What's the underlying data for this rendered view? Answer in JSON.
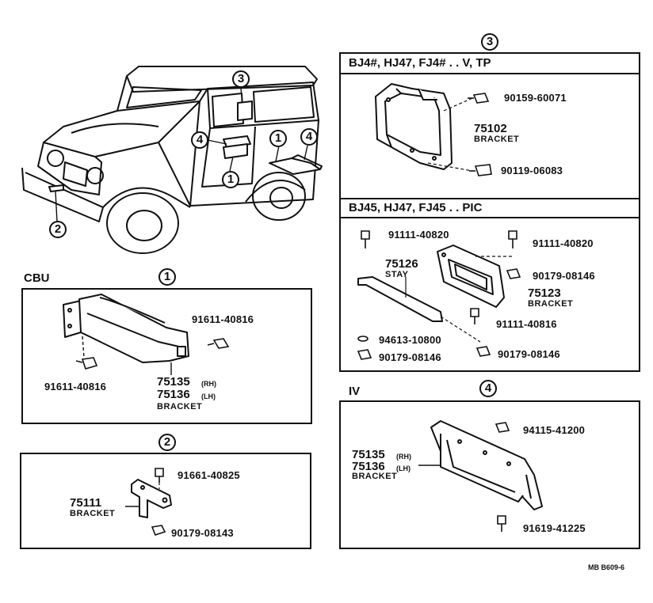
{
  "callouts": {
    "c1": "1",
    "c2": "2",
    "c3": "3",
    "c4": "4"
  },
  "section_labels": {
    "cbu": "CBU",
    "iv": "IV",
    "s3_top": "BJ4#, HJ47, FJ4# . . V, TP",
    "s3_bottom": "BJ45, HJ47, FJ45 . . PIC"
  },
  "section1": {
    "bolt_right": "91611-40816",
    "bolt_left": "91611-40816",
    "part_rh": "75135",
    "part_lh": "75136",
    "rh": "(RH)",
    "lh": "(LH)",
    "name": "BRACKET"
  },
  "section2": {
    "bolt": "91661-40825",
    "part": "75111",
    "name": "BRACKET",
    "nut": "90179-08143"
  },
  "section3_top": {
    "bolt1": "90159-60071",
    "part": "75102",
    "name": "BRACKET",
    "bolt2": "90119-06083"
  },
  "section3_bottom": {
    "bolt_left": "91111-40820",
    "bolt_right": "91111-40820",
    "stay_part": "75126",
    "stay_name": "STAY",
    "nut_right": "90179-08146",
    "part": "75123",
    "name": "BRACKET",
    "bolt_mid": "91111-40816",
    "washer": "94613-10800",
    "nut_left": "90179-08146",
    "nut_bottom": "90179-08146"
  },
  "section4": {
    "nut": "94115-41200",
    "part_rh": "75135",
    "part_lh": "75136",
    "rh": "(RH)",
    "lh": "(LH)",
    "name": "BRACKET",
    "bolt": "91619-41225"
  },
  "footer": {
    "code": "MB  B609-6"
  }
}
